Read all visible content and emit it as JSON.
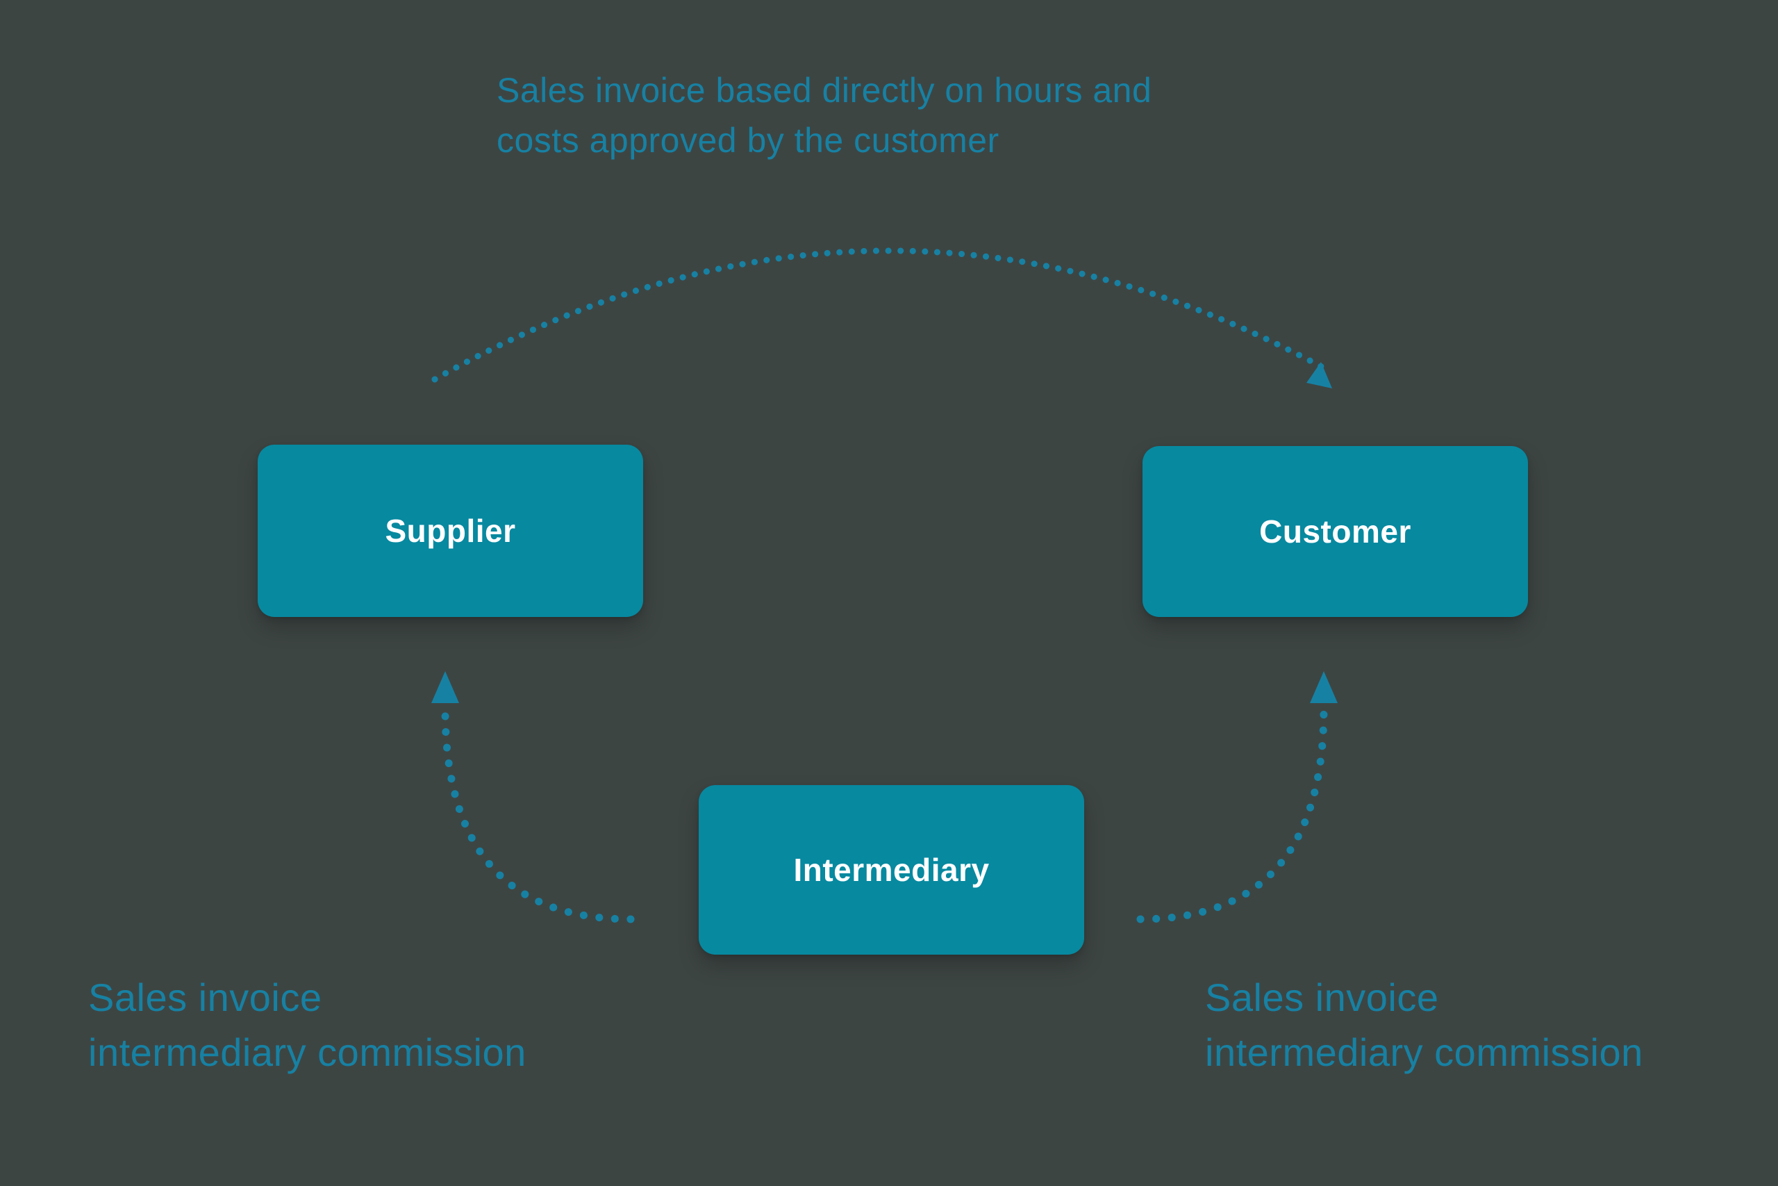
{
  "colors": {
    "background": "#3d4543",
    "node_fill": "#0789a0",
    "node_label": "#ffffff",
    "annotation": "#1781a3",
    "arrow": "#1781a3"
  },
  "annotations": {
    "top": "Sales invoice based directly on hours and\ncosts approved by the customer",
    "bottom_left": "Sales invoice\nintermediary commission",
    "bottom_right": "Sales invoice\nintermediary commission"
  },
  "nodes": {
    "supplier": {
      "label": "Supplier"
    },
    "customer": {
      "label": "Customer"
    },
    "intermediary": {
      "label": "Intermediary"
    }
  },
  "connectors": [
    {
      "name": "supplier-to-customer",
      "style": "dotted-arc-arrow",
      "from": "Supplier",
      "to": "Customer"
    },
    {
      "name": "intermediary-to-supplier",
      "style": "dotted-arc-arrow",
      "from": "Intermediary",
      "to": "Supplier"
    },
    {
      "name": "intermediary-to-customer",
      "style": "dotted-arc-arrow",
      "from": "Intermediary",
      "to": "Customer"
    }
  ]
}
